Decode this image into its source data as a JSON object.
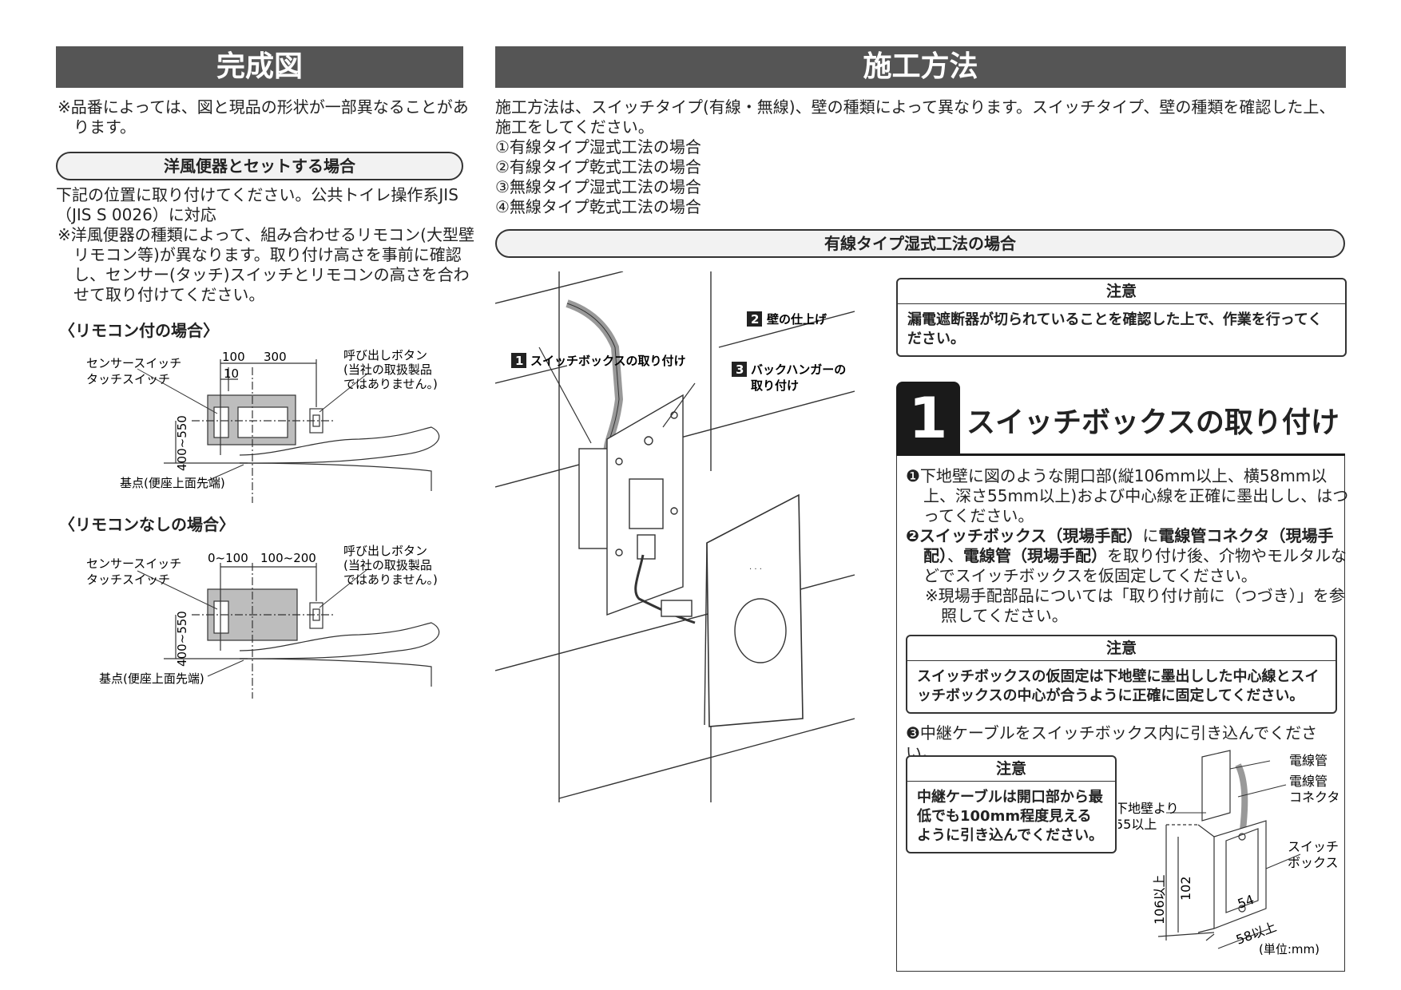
{
  "left": {
    "header": "完成図",
    "note": "※品番によっては、図と現品の形状が一部異なることがあります。",
    "pill": "洋風便器とセットする場合",
    "para1": "下記の位置に取り付けてください。公共トイレ操作系JIS（JIS S 0026）に対応",
    "para2": "※洋風便器の種類によって、組み合わせるリモコン(大型壁リモコン等)が異なります。取り付け高さを事前に確認し、センサー(タッチ)スイッチとリモコンの高さを合わせて取り付けてください。",
    "fig1": {
      "title": "〈リモコン付の場合〉",
      "sensor1": "センサースイッチ",
      "sensor2": "タッチスイッチ",
      "d100": "100",
      "d300": "300",
      "d10": "10",
      "call1": "呼び出しボタン",
      "call2": "(当社の取扱製品",
      "call3": "ではありません。)",
      "height": "400~550",
      "base": "基点(便座上面先端)"
    },
    "fig2": {
      "title": "〈リモコンなしの場合〉",
      "sensor1": "センサースイッチ",
      "sensor2": "タッチスイッチ",
      "d1": "0~100",
      "d2": "100~200",
      "call1": "呼び出しボタン",
      "call2": "(当社の取扱製品",
      "call3": "ではありません。)",
      "height": "400~550",
      "base": "基点(便座上面先端)"
    }
  },
  "right": {
    "header": "施工方法",
    "intro": "施工方法は、スイッチタイプ(有線・無線)、壁の種類によって異なります。スイッチタイプ、壁の種類を確認した上、施工をしてください。",
    "methods": [
      "①有線タイプ湿式工法の場合",
      "②有線タイプ乾式工法の場合",
      "③無線タイプ湿式工法の場合",
      "④無線タイプ乾式工法の場合"
    ],
    "pill": "有線タイプ湿式工法の場合",
    "illus": {
      "n1": "1",
      "l1": "スイッチボックスの取り付け",
      "n2": "2",
      "l2": "壁の仕上げ",
      "n3": "3",
      "l3a": "バックハンガーの",
      "l3b": "取り付け"
    },
    "caution1": {
      "title": "注意",
      "body": "漏電遮断器が切られていることを確認した上で、作業を行ってください。"
    },
    "step": {
      "number": "1",
      "title": "スイッチボックスの取り付け"
    },
    "s1": "❶下地壁に図のような開口部(縦106mm以上、横58mm以上、深さ55mm以上)および中心線を正確に墨出しし、はつってください。",
    "s2a": "❷スイッチボックス（現場手配）",
    "s2b": "に",
    "s2c": "電線管コネクタ（現場手配）",
    "s2d": "、",
    "s2e": "電線管（現場手配）",
    "s2f": "を取り付け後、介物やモルタルなどでスイッチボックスを仮固定してください。",
    "s2note": "※現場手配部品については「取り付け前に（つづき）」を参照してください。",
    "caution2": {
      "title": "注意",
      "body": "スイッチボックスの仮固定は下地壁に墨出しした中心線とスイッチボックスの中心が合うように正確に固定してください。"
    },
    "s3": "❸中継ケーブルをスイッチボックス内に引き込んでください。",
    "caution3": {
      "title": "注意",
      "body": "中継ケーブルは開口部から最低でも100mm程度見えるように引き込んでください。"
    },
    "fig": {
      "conduit": "電線管",
      "connector1": "電線管",
      "connector2": "コネクタ",
      "wall1": "下地壁より",
      "wall2": "55以上",
      "box1": "スイッチ",
      "box2": "ボックス",
      "d106": "106以上",
      "d102": "102",
      "d54": "54",
      "d58": "58以上",
      "unit": "(単位:mm)"
    }
  }
}
